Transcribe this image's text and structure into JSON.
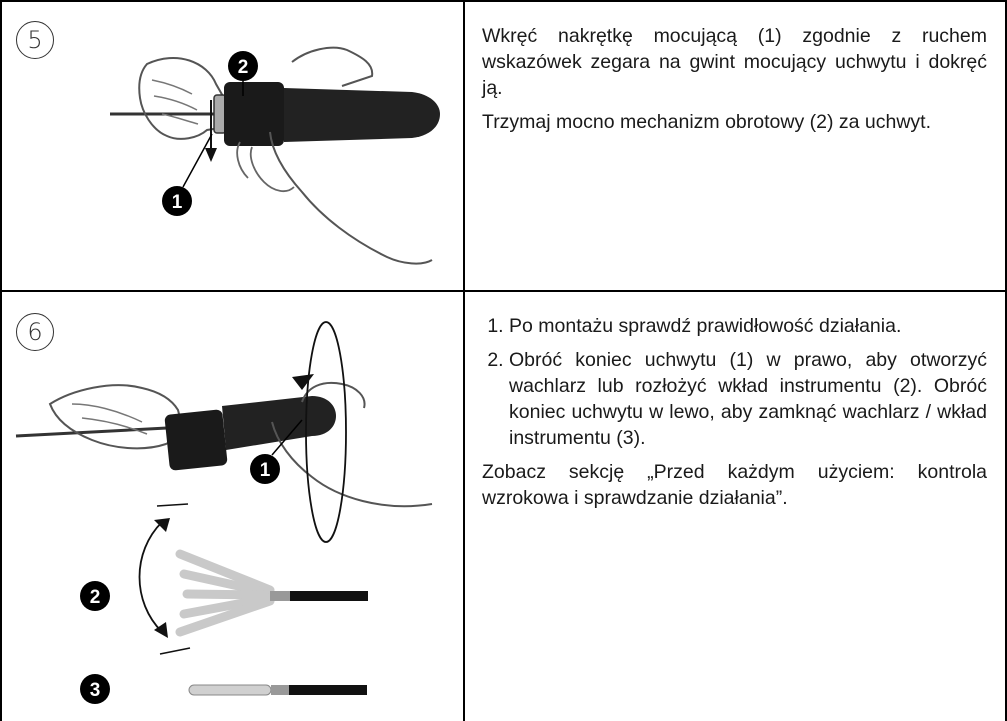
{
  "steps": [
    {
      "number": "5",
      "paragraphs": [
        "Wkręć nakrętkę mocującą (1) zgodnie z ruchem wskazówek zegara na gwint mocujący uchwytu i dokręć ją.",
        "Trzymaj mocno mechanizm obrotowy (2) za uchwyt."
      ],
      "callouts": [
        "1",
        "2"
      ]
    },
    {
      "number": "6",
      "list": [
        "Po montażu sprawdź prawidłowość działania.",
        "Obróć koniec uchwytu (1) w prawo, aby otworzyć wachlarz lub rozłożyć wkład instrumentu (2). Obróć koniec uchwytu w lewo, aby zamknąć wachlarz / wkład instrumentu (3)."
      ],
      "paragraph": "Zobacz sekcję „Przed każdym użyciem: kontrola wzrokowa i sprawdzanie działania”.",
      "callouts": [
        "1",
        "2",
        "3"
      ]
    }
  ]
}
